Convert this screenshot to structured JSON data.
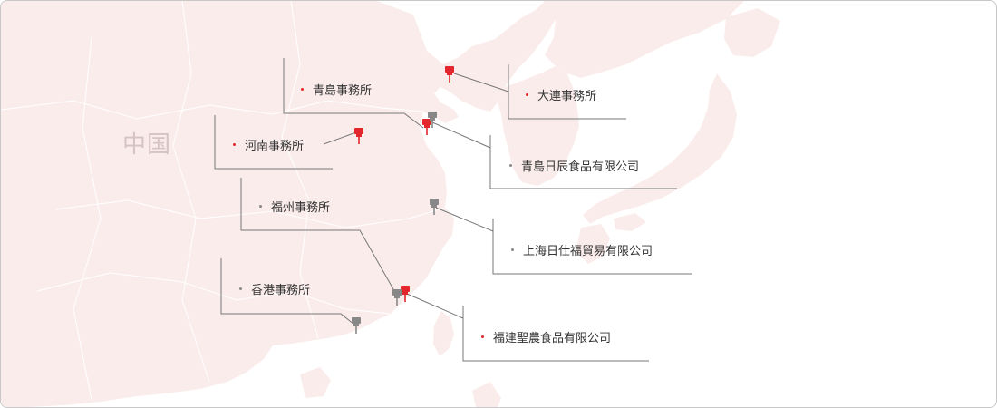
{
  "country_label": "中国",
  "colors": {
    "land": "#fbecec",
    "coast": "#ffffff",
    "leader": "#777777",
    "office_pin": "#e2262b",
    "partner_pin": "#888888",
    "country_text": "#d6c3c3"
  },
  "legend_note": "",
  "locations": [
    {
      "key": "qingdao_office",
      "label": "青島事務所",
      "type": "office",
      "pin": "red"
    },
    {
      "key": "dalian_office",
      "label": "大連事務所",
      "type": "office",
      "pin": "red"
    },
    {
      "key": "henan_office",
      "label": "河南事務所",
      "type": "office",
      "pin": "red"
    },
    {
      "key": "qingdao_nisshin",
      "label": "青島日辰食品有限公司",
      "type": "partner",
      "pin": "gray"
    },
    {
      "key": "fuzhou_office",
      "label": "福州事務所",
      "type": "office",
      "pin": "gray"
    },
    {
      "key": "shanghai_nisshi",
      "label": "上海日仕福貿易有限公司",
      "type": "partner",
      "pin": "gray"
    },
    {
      "key": "hongkong_office",
      "label": "香港事務所",
      "type": "office",
      "pin": "gray"
    },
    {
      "key": "fujian_seino",
      "label": "福建聖農食品有限公司",
      "type": "partner",
      "pin": "red"
    }
  ]
}
